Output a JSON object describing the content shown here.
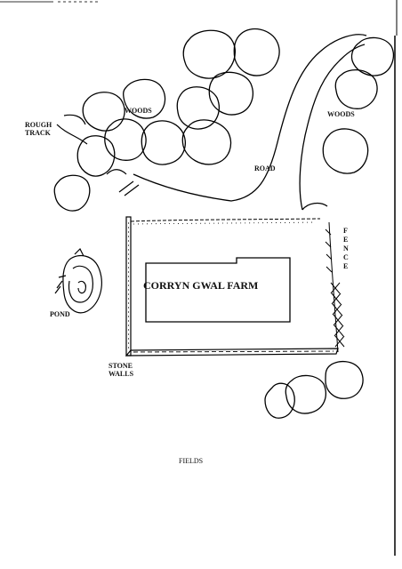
{
  "map": {
    "labels": {
      "rough_track": [
        "ROUGH",
        "TRACK"
      ],
      "woods_left": "WOODS",
      "woods_right": "WOODS",
      "road": "ROAD",
      "fence": [
        "F",
        "E",
        "N",
        "C",
        "E"
      ],
      "farm": "CORRYN GWAL FARM",
      "pond": "POND",
      "stone_walls": [
        "STONE",
        "WALLS"
      ],
      "fields": "FIELDS"
    }
  }
}
